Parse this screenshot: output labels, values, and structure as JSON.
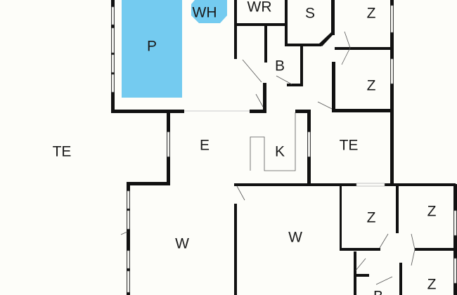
{
  "colors": {
    "wall": "#111111",
    "water": "#74cbf0",
    "background": "#fdfdf9"
  },
  "rooms": {
    "terrace_left": "TE",
    "pool": "P",
    "whirlpool": "WH",
    "wr": "WR",
    "sauna": "S",
    "bedroom_1": "Z",
    "bedroom_2": "Z",
    "bathroom_1": "B",
    "entrance": "E",
    "kitchen": "K",
    "terrace_right": "TE",
    "living_1": "W",
    "living_2": "W",
    "bedroom_3": "Z",
    "bedroom_4": "Z",
    "bedroom_5": "Z",
    "bathroom_2": "B"
  }
}
